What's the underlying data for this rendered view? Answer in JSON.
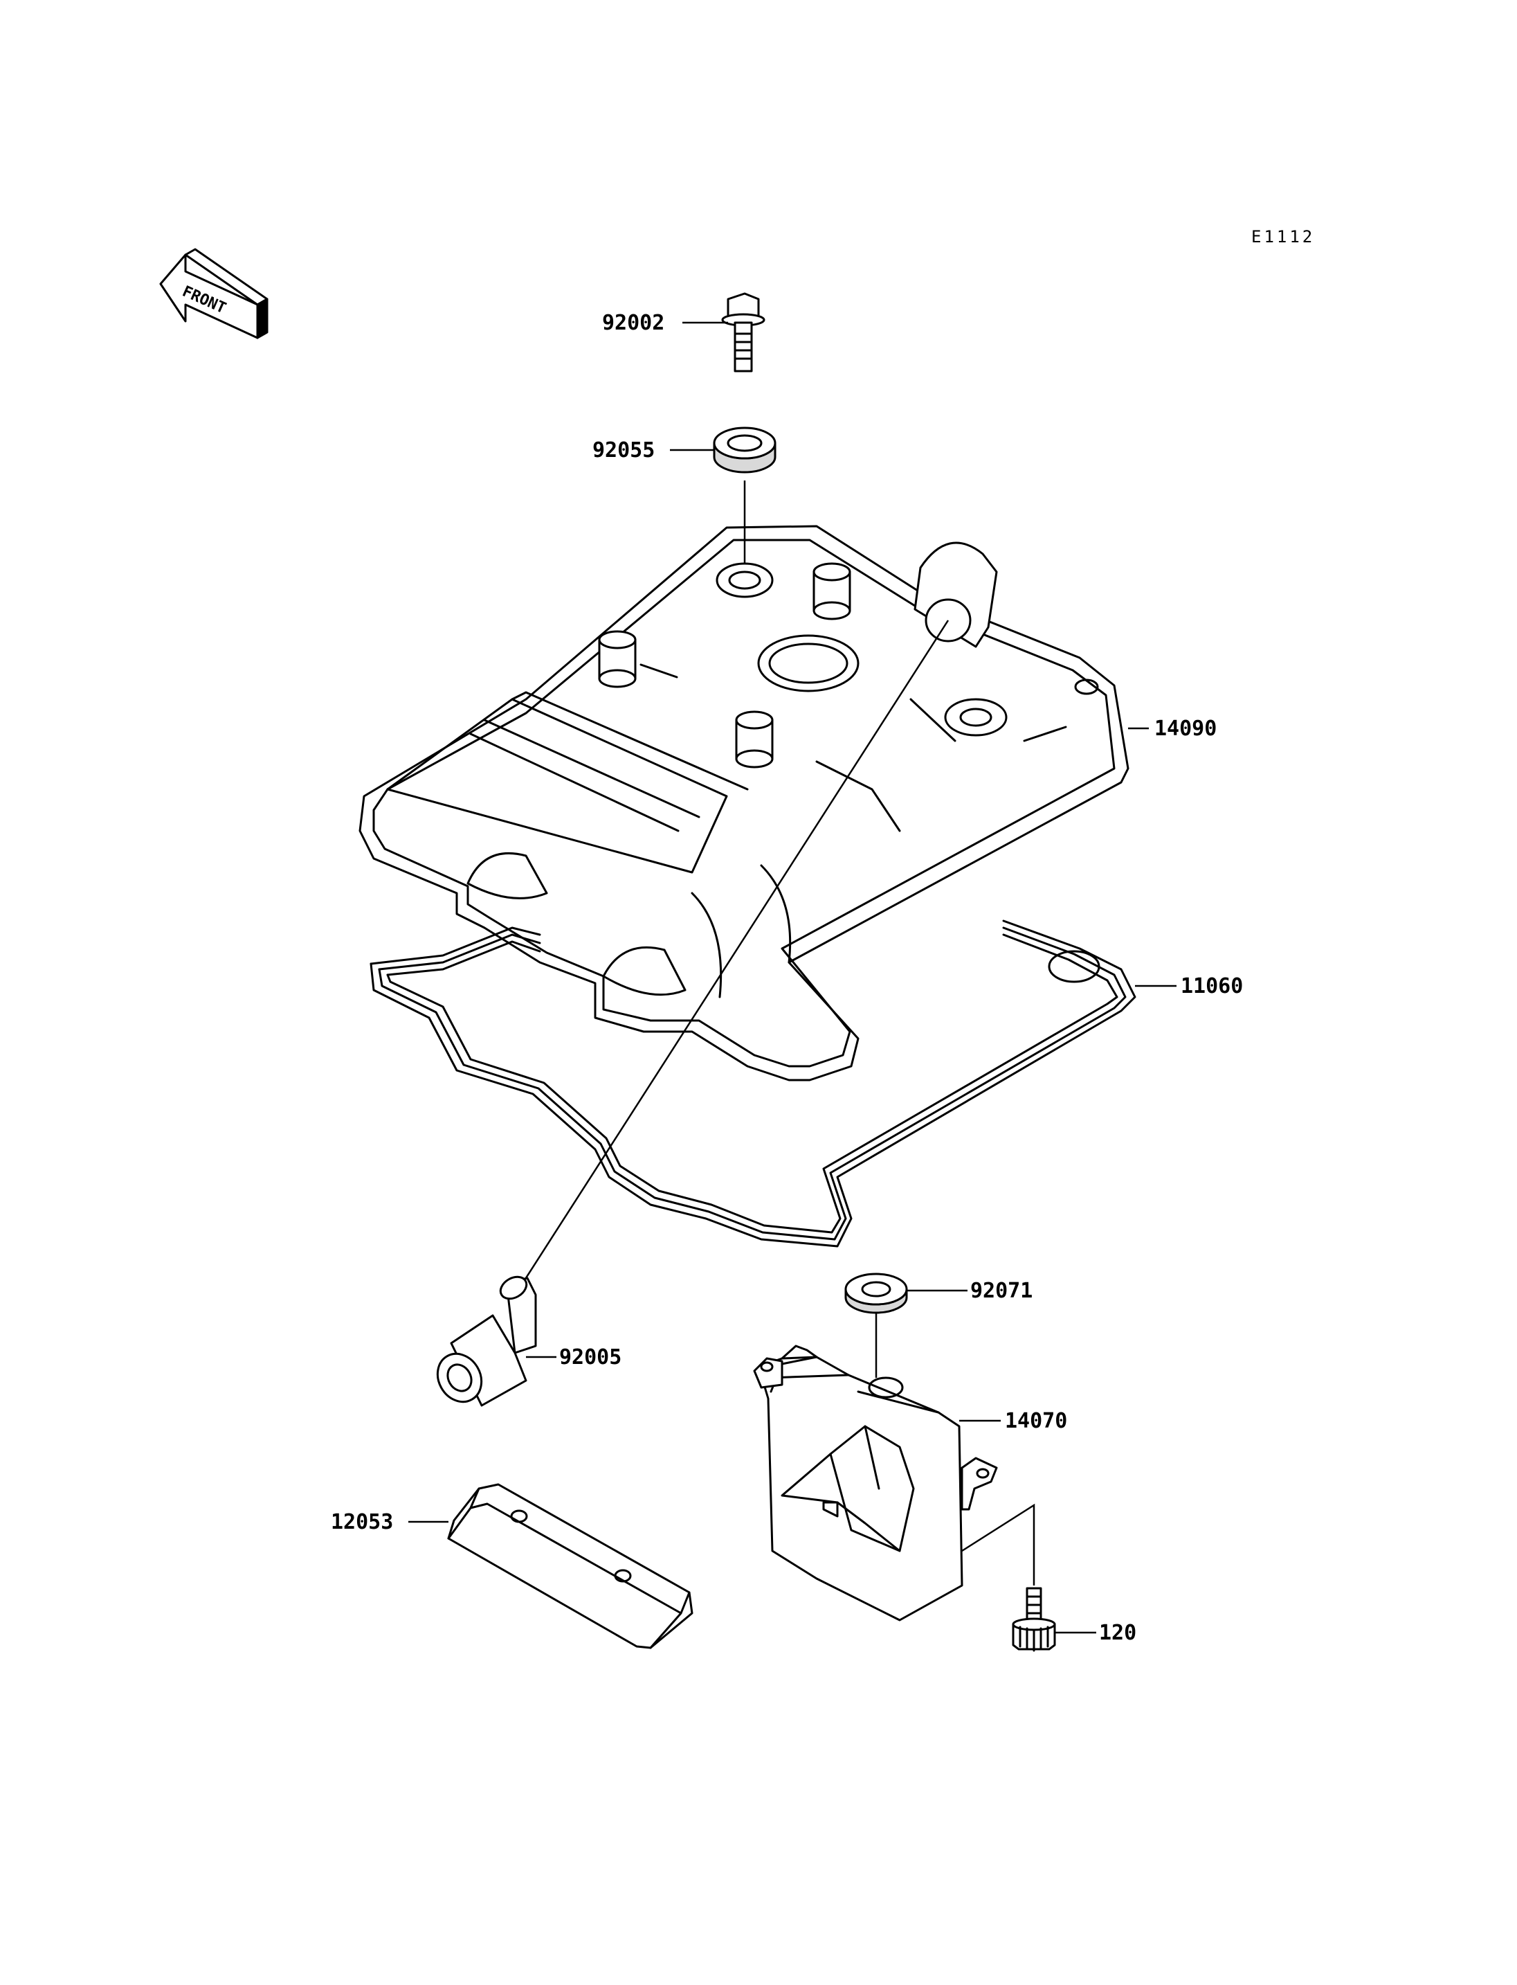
{
  "diagram_ref": "E1112",
  "front_label": "FRONT",
  "parts": [
    {
      "id": "92002",
      "label": "92002"
    },
    {
      "id": "92055",
      "label": "92055"
    },
    {
      "id": "14090",
      "label": "14090"
    },
    {
      "id": "11060",
      "label": "11060"
    },
    {
      "id": "92005",
      "label": "92005"
    },
    {
      "id": "92071",
      "label": "92071"
    },
    {
      "id": "14070",
      "label": "14070"
    },
    {
      "id": "12053",
      "label": "12053"
    },
    {
      "id": "120",
      "label": "120"
    }
  ]
}
